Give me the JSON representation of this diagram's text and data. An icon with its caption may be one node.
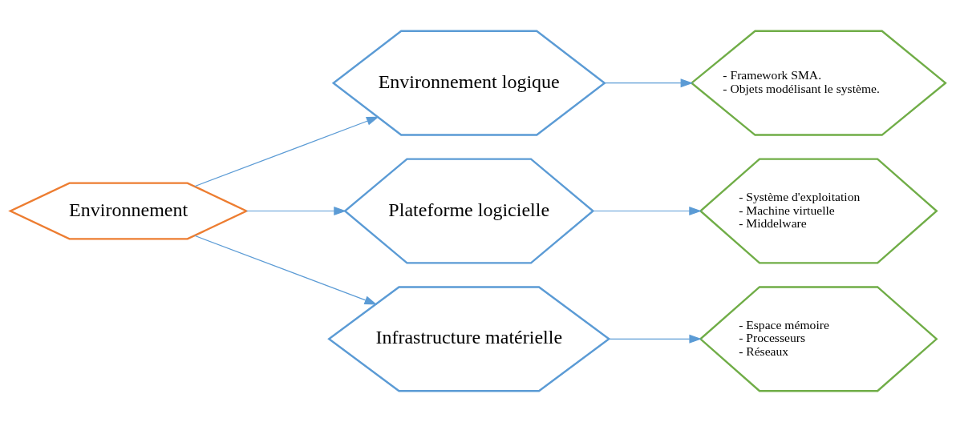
{
  "diagram": {
    "nodes": [
      {
        "text": [
          "Environnement"
        ]
      },
      {
        "text": [
          "Environnement logique"
        ]
      },
      {
        "text": [
          "Plateforme logicielle"
        ]
      },
      {
        "text": [
          "Infrastructure matérielle"
        ]
      },
      {
        "text": [
          "- Framework SMA.",
          "- Objets modélisant le système."
        ]
      },
      {
        "text": [
          "- Système d'exploitation",
          "- Machine virtuelle",
          "- Middelware"
        ]
      },
      {
        "text": [
          "- Espace mémoire",
          "- Processeurs",
          "- Réseaux"
        ]
      }
    ],
    "edges": [
      {
        "from": 0,
        "to": 1,
        "arrow": "to"
      },
      {
        "from": 0,
        "to": 2,
        "arrow": "to"
      },
      {
        "from": 0,
        "to": 3,
        "arrow": "to"
      },
      {
        "from": 1,
        "to": 4,
        "arrow": "to"
      },
      {
        "from": 2,
        "to": 5,
        "arrow": "to"
      },
      {
        "from": 3,
        "to": 6,
        "arrow": "to"
      }
    ]
  }
}
